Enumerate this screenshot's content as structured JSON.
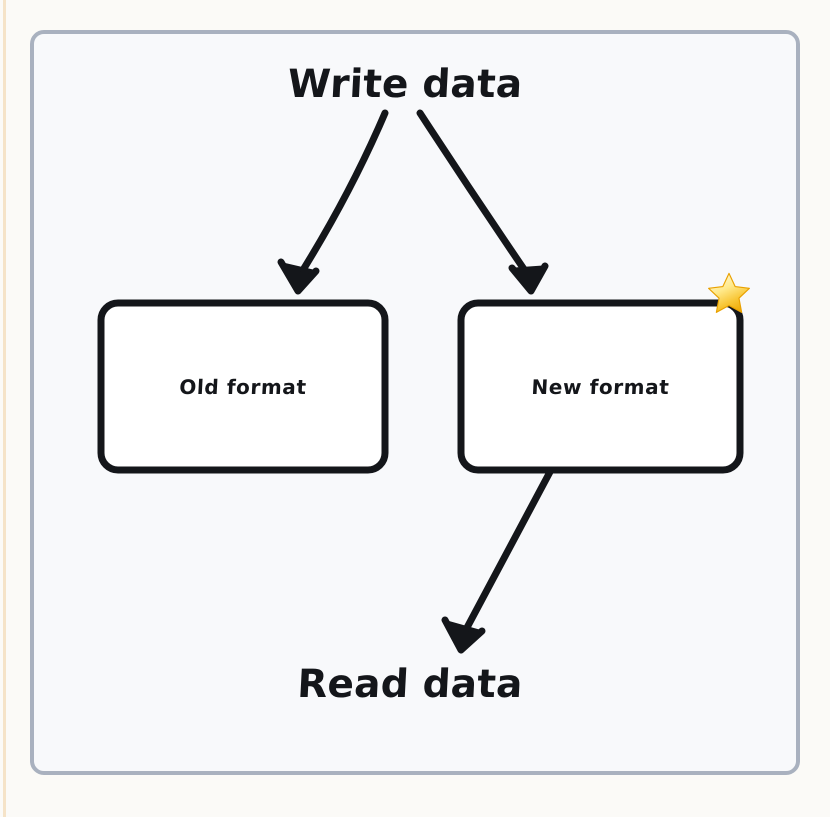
{
  "diagram": {
    "type": "flow-diagram",
    "style": "hand-drawn-excalidraw",
    "frame": {
      "border_color": "#a9b1bf",
      "background_color": "#f8f9fb"
    },
    "canvas_background_color": "#fbfaf7",
    "stroke_color": "#14161a",
    "nodes": [
      {
        "id": "write-data",
        "label": "Write data",
        "kind": "text",
        "role": "source"
      },
      {
        "id": "old-format",
        "label": "Old format",
        "kind": "box",
        "role": "store"
      },
      {
        "id": "new-format",
        "label": "New format",
        "kind": "box",
        "role": "store",
        "badge": "star-emoji"
      },
      {
        "id": "read-data",
        "label": "Read data",
        "kind": "text",
        "role": "sink"
      }
    ],
    "edges": [
      {
        "id": "write-to-old",
        "from": "write-data",
        "to": "old-format",
        "arrowhead": "triangle"
      },
      {
        "id": "write-to-new",
        "from": "write-data",
        "to": "new-format",
        "arrowhead": "triangle"
      },
      {
        "id": "new-to-read",
        "from": "new-format",
        "to": "read-data",
        "arrowhead": "triangle"
      }
    ],
    "badge": {
      "name": "star-emoji",
      "glyph": "⭐",
      "color": "#f5b717",
      "highlight_color": "#fff6c4",
      "attached_to": "new-format",
      "position": "top-right"
    }
  },
  "labels": {
    "write_data": "Write data",
    "read_data": "Read data",
    "old_format": "Old format",
    "new_format": "New format"
  }
}
